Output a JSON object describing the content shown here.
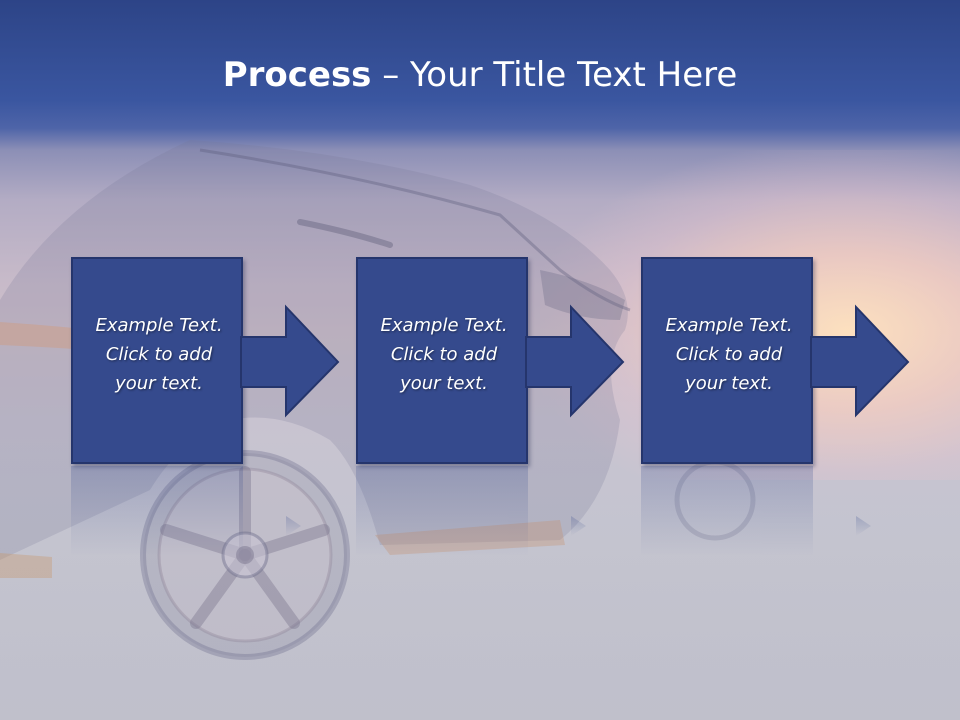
{
  "slide": {
    "title_bold": "Process",
    "title_rest": " – Your Title Text Here"
  },
  "steps": [
    {
      "line1": "Example Text.",
      "line2": "Click  to add",
      "line3": "your text."
    },
    {
      "line1": "Example Text.",
      "line2": "Click  to add",
      "line3": "your text."
    },
    {
      "line1": "Example Text.",
      "line2": "Click  to add",
      "line3": "your text."
    }
  ],
  "colors": {
    "box_fill": "#354a8d",
    "box_border": "#25356c",
    "title_text": "#ffffff",
    "header_band": "#2d4487"
  },
  "icons": [
    "arrow-right-icon"
  ]
}
